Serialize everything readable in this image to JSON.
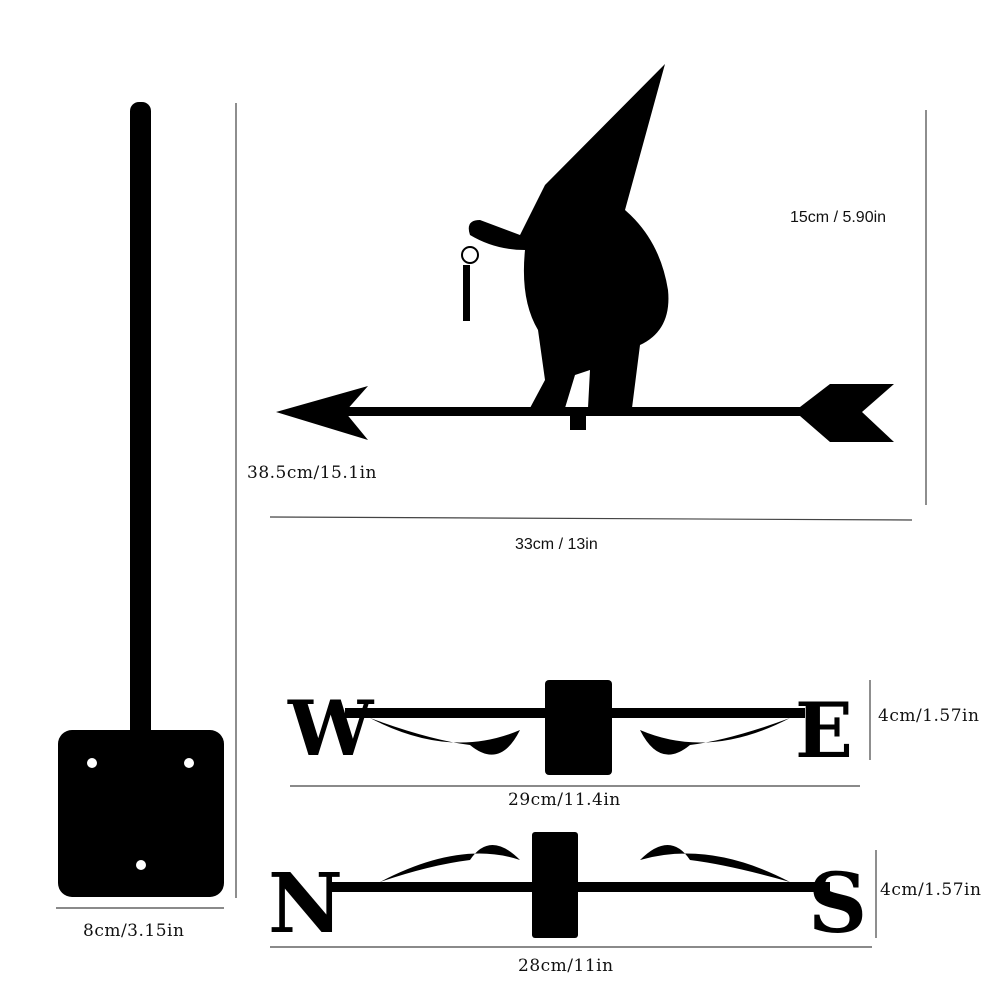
{
  "dimensions": {
    "figure_height": "15cm / 5.90in",
    "total_height": "38.5cm/15.1in",
    "arrow_length": "33cm / 13in",
    "base_width": "8cm/3.15in",
    "we_height": "4cm/1.57in",
    "we_length": "29cm/11.4in",
    "ns_height": "4cm/1.57in",
    "ns_length": "28cm/11in"
  },
  "letters": {
    "west": "W",
    "east": "E",
    "north": "N",
    "south": "S"
  },
  "colors": {
    "silhouette": "#000000",
    "line": "#333333"
  }
}
